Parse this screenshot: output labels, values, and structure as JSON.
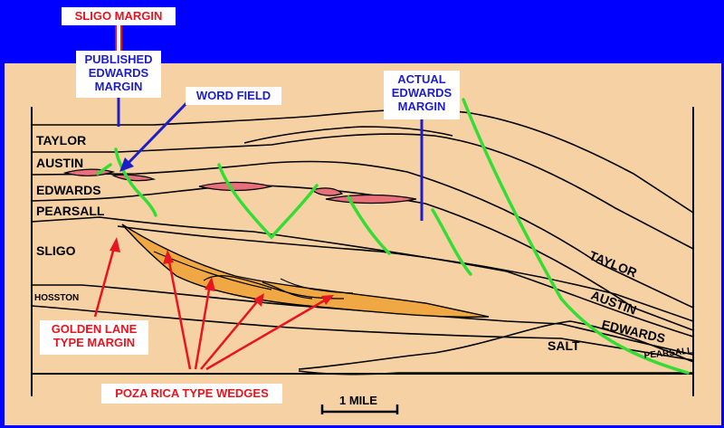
{
  "callouts": {
    "sligo_margin": "SLIGO MARGIN",
    "published_edwards_margin": [
      "PUBLISHED",
      "EDWARDS",
      "MARGIN"
    ],
    "word_field": "WORD FIELD",
    "actual_edwards_margin": [
      "ACTUAL",
      "EDWARDS",
      "MARGIN"
    ],
    "golden_lane_type_margin": [
      "GOLDEN LANE",
      "TYPE MARGIN"
    ],
    "poza_rica_type_wedges": "POZA RICA TYPE WEDGES"
  },
  "formations_left": {
    "taylor": "TAYLOR",
    "austin": "AUSTIN",
    "edwards": "EDWARDS",
    "pearsall": "PEARSALL",
    "sligo": "SLIGO",
    "hosston": "HOSSTON"
  },
  "formations_right": {
    "taylor": "TAYLOR",
    "austin": "AUSTIN",
    "edwards": "EDWARDS",
    "pearsall": "PEARSALL",
    "salt": "SALT"
  },
  "scale_bar": "1 MILE",
  "colors": {
    "background": "#0000FF",
    "section_fill": "#F5D1A4",
    "wedge_fill": "#F0A845",
    "reef_fill": "#E8707A",
    "fault": "#33DD33",
    "callout_red": "#E8141E",
    "callout_blue": "#1E1EC8"
  }
}
